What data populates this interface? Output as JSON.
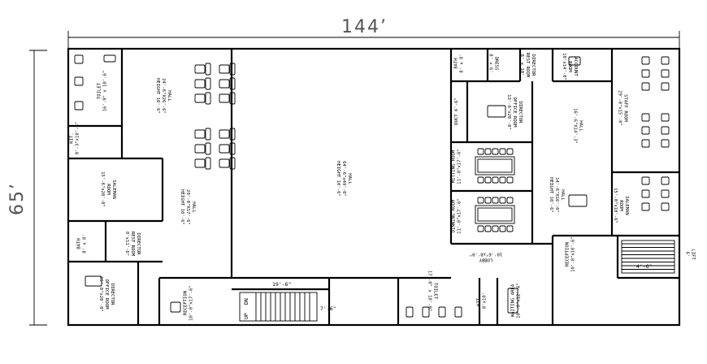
{
  "dimensions": {
    "width_label": "144’",
    "height_label": "65’"
  },
  "rooms": {
    "toilet_tl": [
      "TOILET",
      "16'-9\" x 10'-6\""
    ],
    "kit_l": [
      "KIT.",
      "8'-3\"x10'-6\""
    ],
    "hall_top": [
      "HALL",
      "24'-6\"X26'-6\"",
      "HEIGHT 10'-6\""
    ],
    "hall_mid": [
      "HALL",
      "29'-0\"X17'-6\"",
      "HEIGHT 10'-6\""
    ],
    "saleman_l": [
      "SALEMAN",
      "ROOM",
      "15'-6\"x20'-0\""
    ],
    "bath_l": [
      "BATH",
      "8' x 8'"
    ],
    "director_rest_l": [
      "DIRECTOR",
      "REST ROOM",
      "8'x11'-6\""
    ],
    "director_office_l": [
      "DIRECTOR",
      "OFFICE ROOM",
      "15'-0\"x20'-0\""
    ],
    "reception_l": [
      "RECEPTION",
      "10'-0\"x17'-6\""
    ],
    "hall_center": [
      "HALL",
      "64'-6\"x49'-0\"",
      "HEIGHT 10'-6\""
    ],
    "bath_r": [
      "BATH",
      "8' x 8'"
    ],
    "dress": [
      "DRESS",
      "8' x 6'"
    ],
    "director_rest_r": [
      "DIRECTOR",
      "REST ROOM",
      "8' x 10'"
    ],
    "account": [
      "ACCOUNT",
      "ROOM",
      "10'x14'-0\""
    ],
    "staff": [
      "STAFF ROOM",
      "29'-0\"x15'-0\""
    ],
    "duct": [
      "DUCT 6'-6\""
    ],
    "director_office_r": [
      "DIRECTOR",
      "OFFICE ROOM",
      "13'-6\"x20'-0\""
    ],
    "hall_r1": [
      "HALL",
      "16'-6\"X14'-3\""
    ],
    "meeting": [
      "MITTING ROOM",
      "11'-0\"x17'-6\""
    ],
    "hall_r2": [
      "HALL",
      "14'-6\"X16'-0\"",
      "HEIGHT 10'-6\""
    ],
    "saleman_r": [
      "SALEMAN",
      "ROOM",
      "15'-0\"x18'-6\""
    ],
    "dining": [
      "DINNING ROOM",
      "11'-0\"x17'-6\""
    ],
    "lobby": [
      "LOBBY",
      "10'-6\"x8'-0\""
    ],
    "reception_r": [
      "RECEPTION",
      "10'-0\"x10'-6\""
    ],
    "toilet_b": [
      "TOILET",
      "17'-0\" x 10'-0\""
    ],
    "kit_b": [
      "KIT.",
      "8'x10'"
    ],
    "waiting": [
      "WAITING AREA",
      "10'-0\"x12'-6\""
    ],
    "lift": [
      "LIFT",
      "6'"
    ]
  },
  "dims": {
    "stair_w": "19'-6\"",
    "stair_h": "7'-6\"",
    "side_w": "7'-6\"",
    "side_h": "4'-6\"",
    "stair_right": "4'-6\""
  },
  "stairs": {
    "up1": "UP",
    "dn1": "DN"
  }
}
